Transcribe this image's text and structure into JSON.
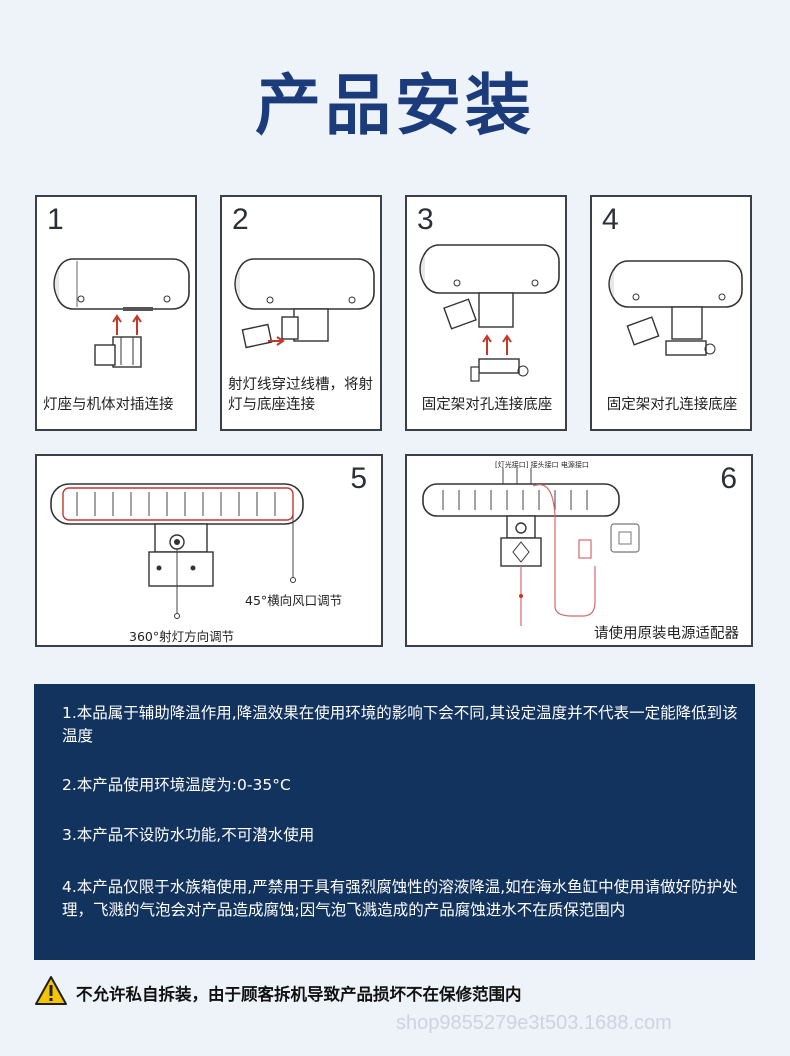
{
  "title": "产品安装",
  "steps": [
    {
      "number": "1",
      "caption": "灯座与机体对插连接"
    },
    {
      "number": "2",
      "caption": "射灯线穿过线槽，将射灯与底座连接"
    },
    {
      "number": "3",
      "caption": "固定架对孔连接底座"
    },
    {
      "number": "4",
      "caption": "固定架对孔连接底座"
    },
    {
      "number": "5",
      "callout_vent": "45°横向风口调节",
      "callout_spot": "360°射灯方向调节"
    },
    {
      "number": "6",
      "caption": "请使用原装电源适配器",
      "port_labels": "[灯光接口] 接头接口 电源接口"
    }
  ],
  "notes": [
    "1.本品属于辅助降温作用,降温效果在使用环境的影响下会不同,其设定温度并不代表一定能降低到该温度",
    "2.本产品使用环境温度为:0-35°C",
    "3.本产品不设防水功能,不可潜水使用",
    "4.本产品仅限于水族箱使用,严禁用于具有强烈腐蚀性的溶液降温,如在海水鱼缸中使用请做好防护处理，飞溅的气泡会对产品造成腐蚀;因气泡飞溅造成的产品腐蚀进水不在质保范围内"
  ],
  "warning": "不允许私自拆装，由于顾客拆机导致产品损坏不在保修范围内",
  "watermark": "shop9855279e3t503.1688.com",
  "colors": {
    "title": "#1c3b7a",
    "panel": "#13335f",
    "arrow": "#c0392b",
    "warning": "#f5c400"
  }
}
